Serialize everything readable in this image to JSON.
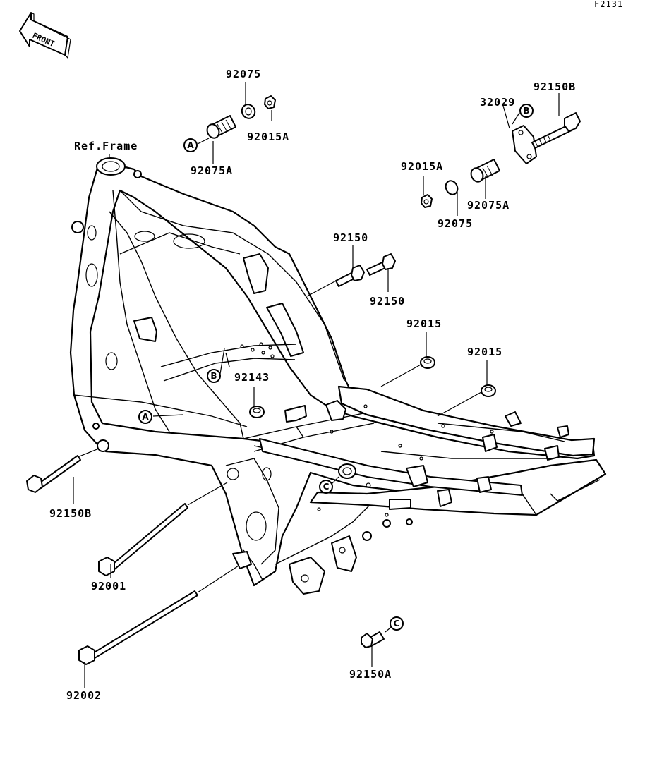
{
  "figure_code": "F2131",
  "front_label": "FRONT",
  "ref_frame_label": "Ref.Frame",
  "parts": {
    "p92075_top": "92075",
    "p92015A_top": "92015A",
    "p92075A_top": "92075A",
    "p32029": "32029",
    "p92150B_top": "92150B",
    "p92015A_right": "92015A",
    "p92075A_right": "92075A",
    "p92075_right": "92075",
    "p92150_a": "92150",
    "p92150_b": "92150",
    "p92015_a": "92015",
    "p92015_b": "92015",
    "p92143": "92143",
    "p92150B_left": "92150B",
    "p92001": "92001",
    "p92002": "92002",
    "p92150A": "92150A"
  },
  "callouts": {
    "a_top": "A",
    "a_frame": "A",
    "b_right": "B",
    "b_frame": "B",
    "c_frame": "C",
    "c_bottom": "C"
  }
}
